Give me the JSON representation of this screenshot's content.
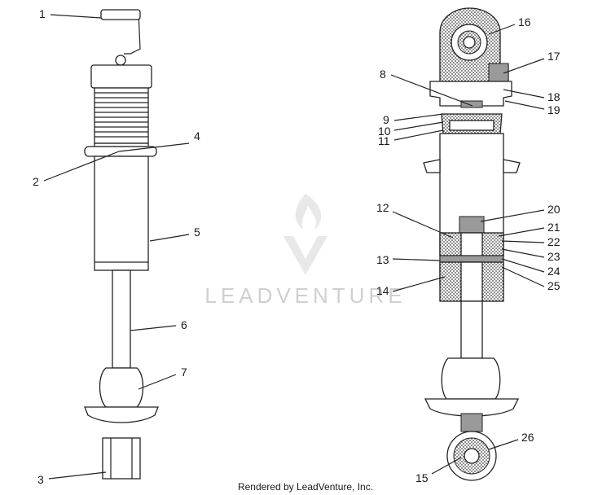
{
  "footer": {
    "text": "Rendered by LeadVenture, Inc."
  },
  "watermark": {
    "text": "LEADVENTURE",
    "color": "#cfcfcf",
    "icon": "flame-v-logo-icon"
  },
  "callouts": [
    {
      "n": "1"
    },
    {
      "n": "2"
    },
    {
      "n": "3"
    },
    {
      "n": "4"
    },
    {
      "n": "5"
    },
    {
      "n": "6"
    },
    {
      "n": "7"
    },
    {
      "n": "8"
    },
    {
      "n": "9"
    },
    {
      "n": "10"
    },
    {
      "n": "11"
    },
    {
      "n": "12"
    },
    {
      "n": "13"
    },
    {
      "n": "14"
    },
    {
      "n": "15"
    },
    {
      "n": "16"
    },
    {
      "n": "17"
    },
    {
      "n": "18"
    },
    {
      "n": "19"
    },
    {
      "n": "20"
    },
    {
      "n": "21"
    },
    {
      "n": "22"
    },
    {
      "n": "23"
    },
    {
      "n": "24"
    },
    {
      "n": "25"
    },
    {
      "n": "26"
    }
  ]
}
